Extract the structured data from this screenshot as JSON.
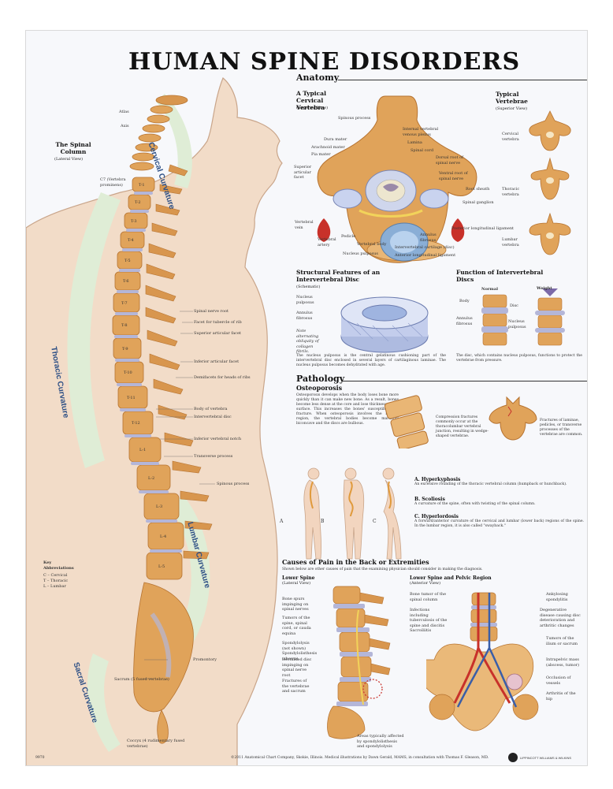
{
  "title": "HUMAN SPINE DISORDERS",
  "anatomy": {
    "heading": "Anatomy",
    "cervical": {
      "title": "A Typical Cervical Vertebra",
      "note": "(Superior View)",
      "labels": [
        "Spinous process",
        "Internal vertebral venous plexus",
        "Dura mater",
        "Lamina",
        "Arachnoid mater",
        "Spinal cord",
        "Pia mater",
        "Dorsal root of spinal nerve",
        "Superior articular facet",
        "Ventral root of spinal nerve",
        "Root sheath",
        "Spinal ganglion",
        "Vertebral vein",
        "Pedicle",
        "Annulus fibrosus",
        "Posterior longitudinal ligament",
        "Vertebral artery",
        "Vertebral body",
        "Intervertebral cartilage (disc)",
        "Nucleus pulposus",
        "Anterior longitudinal ligament"
      ]
    },
    "typical": {
      "title": "Typical Vertebrae",
      "note": "(Superior View)",
      "labels": [
        "Cervical vertebra",
        "Thoracic vertebra",
        "Lumbar vertebra"
      ]
    },
    "disc": {
      "title": "Structural Features of an Intervertebral Disc",
      "note": "(Schematic)",
      "labels": [
        "Nucleus pulposus",
        "Annulus fibrosus",
        "Note alternating obliquity of collagen fibrils."
      ],
      "caption": "The nucleus pulposus is the central gelatinous cushioning part of the intervertebral disc enclosed in several layers of cartilaginous laminae. The nucleus pulposus becomes dehydrated with age."
    },
    "function": {
      "title": "Function of Intervertebral Discs",
      "labels": [
        "Normal",
        "Weight",
        "Body",
        "Disc",
        "Annulus fibrosus",
        "Nucleus pulposus"
      ],
      "caption": "The disc, which contains nucleus pulposus, functions to protect the vertebrae from pressure."
    }
  },
  "column": {
    "title": "The Spinal Column",
    "note": "(Lateral View)",
    "curves": [
      "Cervical Curvature",
      "Thoracic Curvature",
      "Lumbar Curvature",
      "Sacral Curvature"
    ],
    "labels_left": [
      "Atlas",
      "Axis",
      "C7 (Vertebra prominens)"
    ],
    "labels_right": [
      "Spinal nerve root",
      "Facet for tubercle of rib",
      "Superior articular facet",
      "Inferior articular facet",
      "Demifacets for heads of ribs",
      "Body of vertebra",
      "Intervertebral disc",
      "Inferior vertebral notch",
      "Transverse process",
      "Spinous process",
      "Promontory",
      "Sacrum (5 fused vertebrae)",
      "Coccyx (4 rudimentary fused vertebrae)"
    ],
    "vertebra_labels": [
      "T-1",
      "T-2",
      "T-3",
      "T-4",
      "T-5",
      "T-6",
      "T-7",
      "T-8",
      "T-9",
      "T-10",
      "T-11",
      "T-12",
      "L-1",
      "L-2",
      "L-3",
      "L-4",
      "L-5"
    ],
    "key_title": "Key Abbreviations",
    "key": [
      "C – Cervical",
      "T – Thoracic",
      "L – Lumbar"
    ]
  },
  "pathology": {
    "heading": "Pathology",
    "osteo": {
      "title": "Osteoporosis",
      "text": "Osteoporosis develops when the body loses bone more quickly than it can make new bone. As a result, bones become less dense at the core and lose thickness at the surface. This increases the bones' susceptibility to fracture. When osteoporosis involves the lumbar region, the vertebral bodies become markedly biconcave and the discs are bulbous.",
      "compression": "Compression fractures commonly occur at the thoracolumbar vertebral junction, resulting in wedge-shaped vertebrae.",
      "fracture": "Fractures of laminae, pedicles, or transverse processes of the vertebrae are common."
    },
    "figures": [
      "A",
      "B",
      "C"
    ],
    "conditions": [
      {
        "name": "A. Hyperkyphosis",
        "desc": "An excessive rounding of the thoracic vertebral column (humpback or hunchback)."
      },
      {
        "name": "B. Scoliosis",
        "desc": "A curvature of the spine, often with twisting of the spinal column."
      },
      {
        "name": "C. Hyperlordosis",
        "desc": "A forward/anterior curvature of the cervical and lumbar (lower back) regions of the spine. In the lumbar region, it is also called \"swayback.\""
      }
    ]
  },
  "pain": {
    "title": "Causes of Pain in the Back or Extremities",
    "intro": "Shown below are other causes of pain that the examining physician should consider in making the diagnosis.",
    "lower_spine": {
      "title": "Lower Spine",
      "note": "(Lateral View)",
      "labels": [
        "Bone spurs impinging on spinal nerves",
        "Tumors of the spine, spinal cord, or cauda equina",
        "Spondylolysis (not shown) Spondylolisthesis (shown)",
        "Herniated disc impinging on spinal nerve root",
        "Fractures of the vertebrae and sacrum",
        "Areas typically affected by spondylolisthesis and spondylolysis"
      ]
    },
    "pelvic": {
      "title": "Lower Spine and Pelvic Region",
      "note": "(Anterior View)",
      "labels_left": [
        "Bone tumor of the spinal column",
        "Infections including tuberculosis of the spine and discitis",
        "Sacroiliitis"
      ],
      "labels_right": [
        "Ankylosing spondylitis",
        "Degenerative disease causing disc deterioration and arthritic changes",
        "Tumors of the ilium or sacrum",
        "Intrapelvic mass (abscess, tumor)",
        "Occlusion of vessels",
        "Arthritis of the hip"
      ]
    }
  },
  "footer": {
    "code": "9970",
    "credit": "©2011 Anatomical Chart Company, Skokie, Illinois. Medical illustrations by Dawn Gerald, MAMS, in consultation with Thomas F. Gleason, MD.",
    "publisher": "LIPPINCOTT WILLIAMS & WILKINS"
  },
  "colors": {
    "bone": "#e0a35a",
    "bone_dark": "#b67331",
    "disc": "#b4b6d8",
    "skin": "#f4ddc6",
    "curve_band": "#dfedd6",
    "curve_text": "#2d4f85",
    "artery": "#c8312a"
  }
}
